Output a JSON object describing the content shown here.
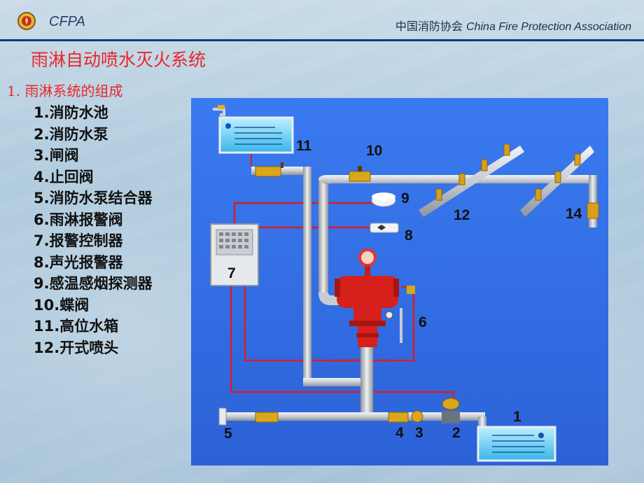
{
  "header": {
    "brand": "CFPA",
    "org_cn": "中国消防协会",
    "org_en": "China Fire Protection Association"
  },
  "title": "雨淋自动喷水灭火系统",
  "subtitle": "1. 雨淋系统的组成",
  "components": [
    {
      "no": "1.",
      "label": "消防水池"
    },
    {
      "no": "2.",
      "label": "消防水泵"
    },
    {
      "no": "3.",
      "label": "闸阀"
    },
    {
      "no": "4.",
      "label": "止回阀"
    },
    {
      "no": "5.",
      "label": "消防水泵结合器"
    },
    {
      "no": "6.",
      "label": "雨淋报警阀"
    },
    {
      "no": "7.",
      "label": "报警控制器"
    },
    {
      "no": "8.",
      "label": "声光报警器"
    },
    {
      "no": "9.",
      "label": "感温感烟探测器"
    },
    {
      "no": "10.",
      "label": "蝶阀"
    },
    {
      "no": "11.",
      "label": "高位水箱"
    },
    {
      "no": "12.",
      "label": "开式喷头"
    }
  ],
  "diagram_labels": {
    "n1": "1",
    "n2": "2",
    "n3": "3",
    "n4": "4",
    "n5": "5",
    "n6": "6",
    "n7": "7",
    "n8": "8",
    "n9": "9",
    "n10": "10",
    "n11": "11",
    "n12": "12",
    "n14": "14"
  },
  "colors": {
    "title": "#e8262a",
    "rule": "#123a7a",
    "diagram_bg": "#2f6ee0",
    "pipe": "#c8ccd2",
    "signal": "#d81e24"
  }
}
